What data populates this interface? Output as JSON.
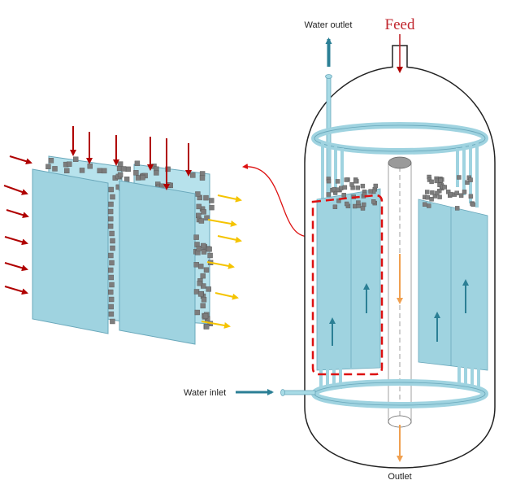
{
  "labels": {
    "feed": "Feed",
    "water_outlet": "Water outlet",
    "water_inlet": "Water inlet",
    "outlet": "Outlet"
  },
  "colors": {
    "plate_fill": "#9fd3e0",
    "plate_stroke": "#6aa8bb",
    "pipe_fill": "#a8dbe6",
    "granule": "#7d7d7d",
    "feed_red": "#b00000",
    "outlet_orange": "#f0a050",
    "exit_yellow": "#f5c400",
    "water_teal": "#2b7f95",
    "dashed_red": "#dd1111",
    "vessel_stroke": "#222222"
  },
  "icons": {
    "feed_arrow": "arrow-down-icon",
    "water_outlet_arrow": "arrow-up-icon",
    "water_inlet_arrow": "arrow-right-icon",
    "outlet_arrow": "arrow-down-icon"
  }
}
